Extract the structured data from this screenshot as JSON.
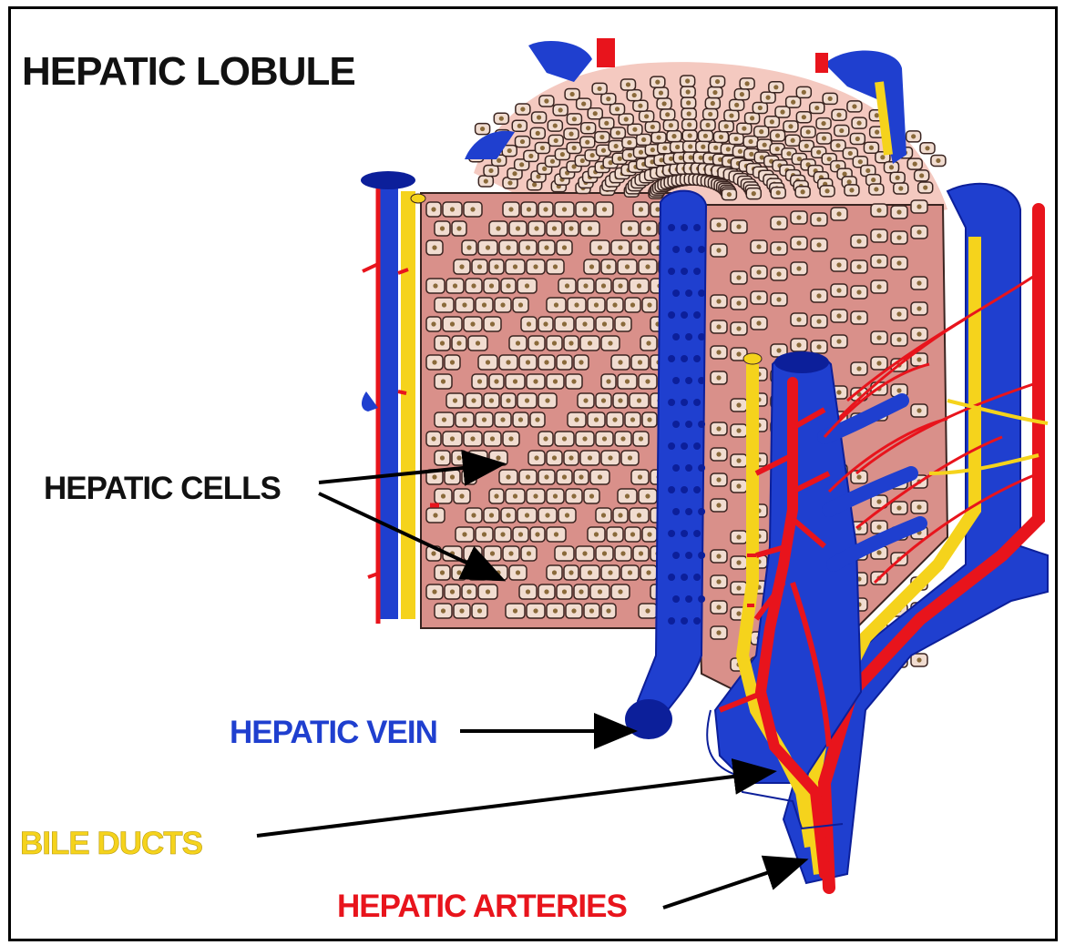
{
  "title": "HEPATIC LOBULE",
  "labels": {
    "hepatic_cells": "HEPATIC CELLS",
    "hepatic_vein": "HEPATIC VEIN",
    "bile_ducts": "BILE DUCTS",
    "hepatic_arteries": "HEPATIC ARTERIES"
  },
  "colors": {
    "vein": "#1f3fcf",
    "vein_dark": "#0c1f9a",
    "artery": "#e8141c",
    "bile": "#f5d31c",
    "sinusoid": "#d9908a",
    "cell": "#f1dcd0",
    "cell_outline": "#3a2420",
    "nucleus": "#8a6a3a",
    "background": "#ffffff",
    "title_text": "#111111"
  }
}
